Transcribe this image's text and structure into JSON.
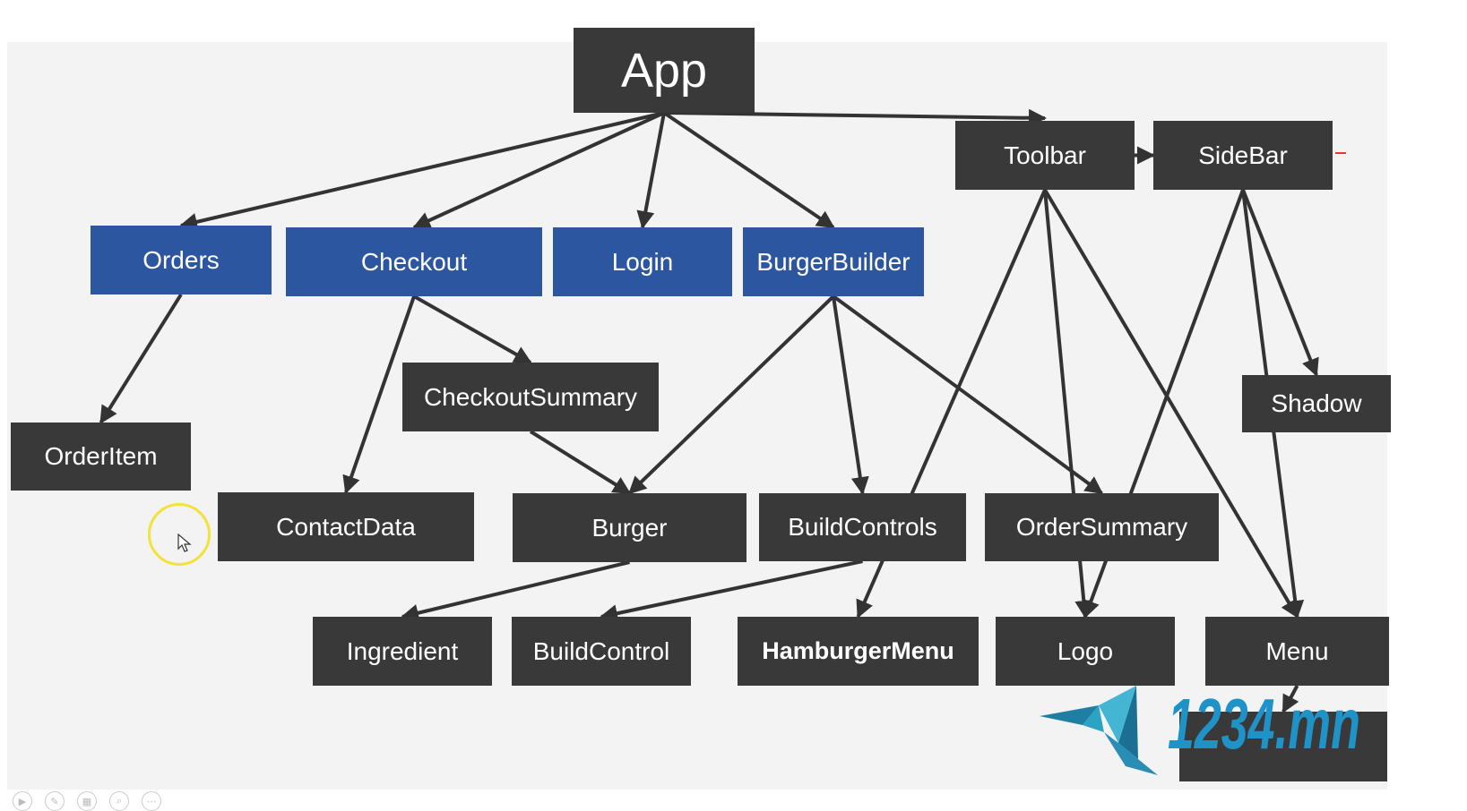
{
  "colors": {
    "dark_node": "#393939",
    "blue_node": "#2d56a1",
    "edge": "#333333",
    "watermark_text": "#1f93c8",
    "watermark_bird": "#2ba3c4",
    "cursor_highlight": "#f2e23a"
  },
  "nodes": [
    {
      "id": "app",
      "label": "App",
      "style": "dark"
    },
    {
      "id": "toolbar",
      "label": "Toolbar",
      "style": "dark"
    },
    {
      "id": "sidebar",
      "label": "SideBar",
      "style": "dark"
    },
    {
      "id": "orders",
      "label": "Orders",
      "style": "blue"
    },
    {
      "id": "checkout",
      "label": "Checkout",
      "style": "blue"
    },
    {
      "id": "login",
      "label": "Login",
      "style": "blue"
    },
    {
      "id": "burgerbuilder",
      "label": "BurgerBuilder",
      "style": "blue"
    },
    {
      "id": "checkoutsummary",
      "label": "CheckoutSummary",
      "style": "dark"
    },
    {
      "id": "shadow",
      "label": "Shadow",
      "style": "dark"
    },
    {
      "id": "orderitem",
      "label": "OrderItem",
      "style": "dark"
    },
    {
      "id": "contactdata",
      "label": "ContactData",
      "style": "dark"
    },
    {
      "id": "burger",
      "label": "Burger",
      "style": "dark"
    },
    {
      "id": "buildcontrols",
      "label": "BuildControls",
      "style": "dark"
    },
    {
      "id": "ordersummary",
      "label": "OrderSummary",
      "style": "dark"
    },
    {
      "id": "ingredient",
      "label": "Ingredient",
      "style": "dark"
    },
    {
      "id": "buildcontrol",
      "label": "BuildControl",
      "style": "dark"
    },
    {
      "id": "hamburgermenu",
      "label": "HamburgerMenu",
      "style": "dark"
    },
    {
      "id": "logo",
      "label": "Logo",
      "style": "dark"
    },
    {
      "id": "menu",
      "label": "Menu",
      "style": "dark"
    },
    {
      "id": "menuitem",
      "label": "",
      "style": "dark"
    }
  ],
  "edges": [
    [
      "app",
      "orders"
    ],
    [
      "app",
      "checkout"
    ],
    [
      "app",
      "login"
    ],
    [
      "app",
      "burgerbuilder"
    ],
    [
      "app",
      "toolbar"
    ],
    [
      "toolbar",
      "sidebar"
    ],
    [
      "orders",
      "orderitem"
    ],
    [
      "checkout",
      "contactdata"
    ],
    [
      "checkout",
      "checkoutsummary"
    ],
    [
      "checkoutsummary",
      "burger"
    ],
    [
      "burgerbuilder",
      "burger"
    ],
    [
      "burgerbuilder",
      "buildcontrols"
    ],
    [
      "burgerbuilder",
      "ordersummary"
    ],
    [
      "burger",
      "ingredient"
    ],
    [
      "buildcontrols",
      "buildcontrol"
    ],
    [
      "toolbar",
      "hamburgermenu"
    ],
    [
      "toolbar",
      "logo"
    ],
    [
      "toolbar",
      "menu"
    ],
    [
      "sidebar",
      "logo"
    ],
    [
      "sidebar",
      "menu"
    ],
    [
      "sidebar",
      "shadow"
    ],
    [
      "menu",
      "menuitem"
    ]
  ],
  "watermark": {
    "text": "1234.mn"
  }
}
